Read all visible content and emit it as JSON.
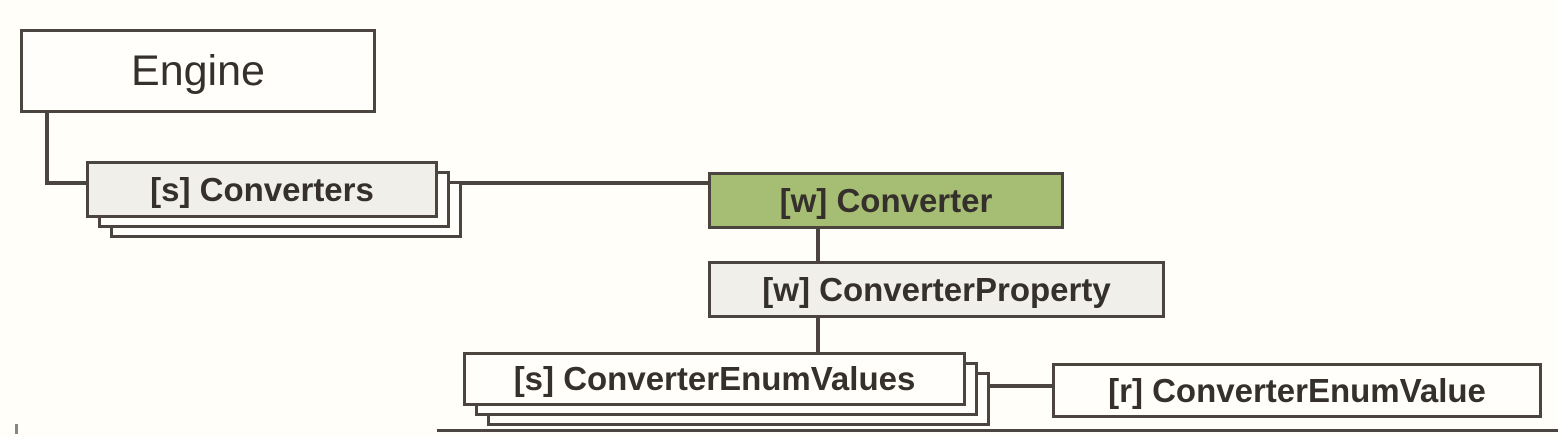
{
  "diagram": {
    "title": "schema hierarchy diagram",
    "nodes": {
      "engine": {
        "label": "Engine",
        "fill": "#fffefa",
        "kind": "element"
      },
      "converters": {
        "label": "[s] Converters",
        "fill": "#f0efe9",
        "kind": "repeating-element-stack"
      },
      "converter": {
        "label": "[w] Converter",
        "fill": "#a6be74",
        "kind": "selected-element"
      },
      "converter_property": {
        "label": "[w] ConverterProperty",
        "fill": "#f0efe9",
        "kind": "element"
      },
      "converter_enum_values": {
        "label": "[s] ConverterEnumValues",
        "fill": "#fdfcf7",
        "kind": "repeating-element-stack"
      },
      "converter_enum_value": {
        "label": "[r] ConverterEnumValue",
        "fill": "#fffefa",
        "kind": "element"
      }
    },
    "edges": [
      {
        "from": "engine",
        "to": "converters"
      },
      {
        "from": "converters",
        "to": "converter"
      },
      {
        "from": "converter",
        "to": "converter_property"
      },
      {
        "from": "converter_property",
        "to": "converter_enum_values"
      },
      {
        "from": "converter_enum_values",
        "to": "converter_enum_value"
      }
    ],
    "colors": {
      "background": "#fffef8",
      "border": "#4c453f",
      "text": "#35302b",
      "selected_fill": "#a6be74",
      "gray_fill": "#f0efe9",
      "white_fill": "#fffefa"
    }
  }
}
